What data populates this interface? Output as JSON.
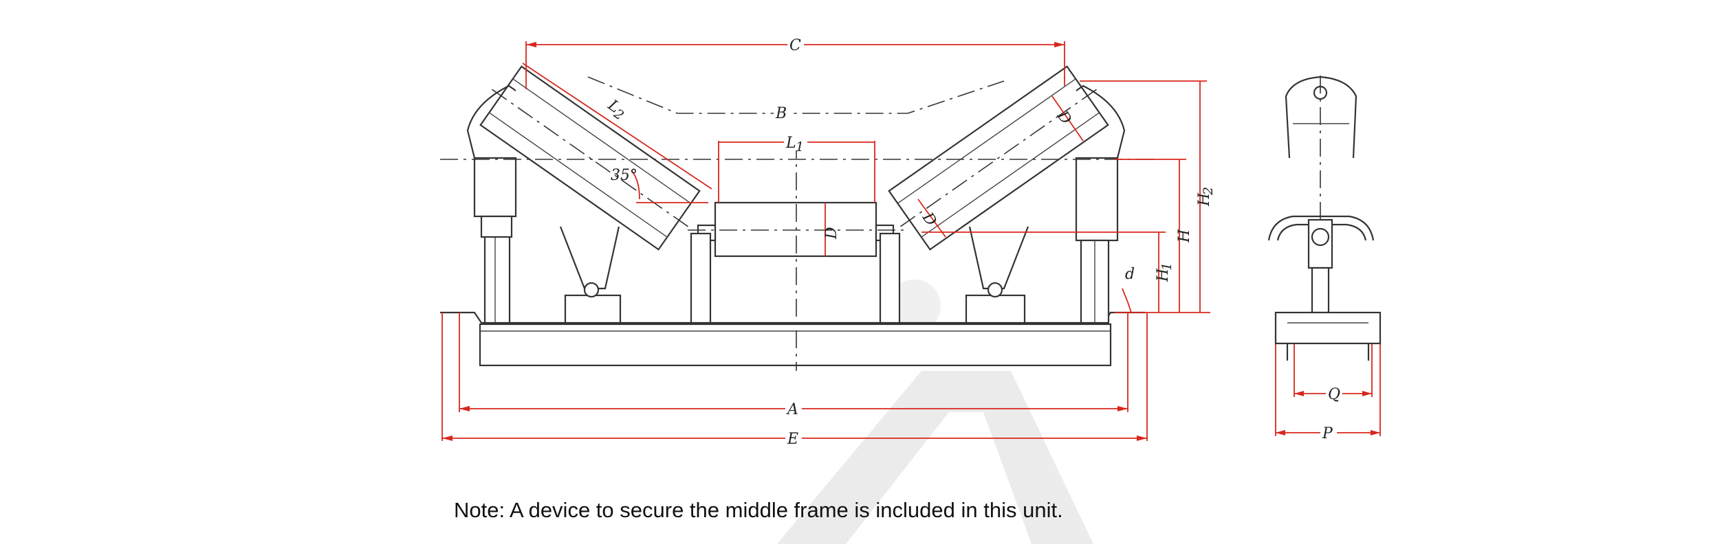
{
  "note": "Note: A device to secure the middle frame is included in this unit.",
  "labels": {
    "C": "C",
    "B": "B",
    "L1": "L",
    "L1_sub": "1",
    "L2": "L",
    "L2_sub": "2",
    "angle": "35°",
    "D": "D",
    "D1": "D",
    "D2": "D",
    "H": "H",
    "H1": "H",
    "H1_sub": "1",
    "H2": "H",
    "H2_sub": "2",
    "d": "d",
    "A": "A",
    "E": "E",
    "Q": "Q",
    "P": "P"
  },
  "colors": {
    "dimension_lines": "#d8261c",
    "drawing_lines": "#333333",
    "watermark": "#d9d9d9"
  }
}
